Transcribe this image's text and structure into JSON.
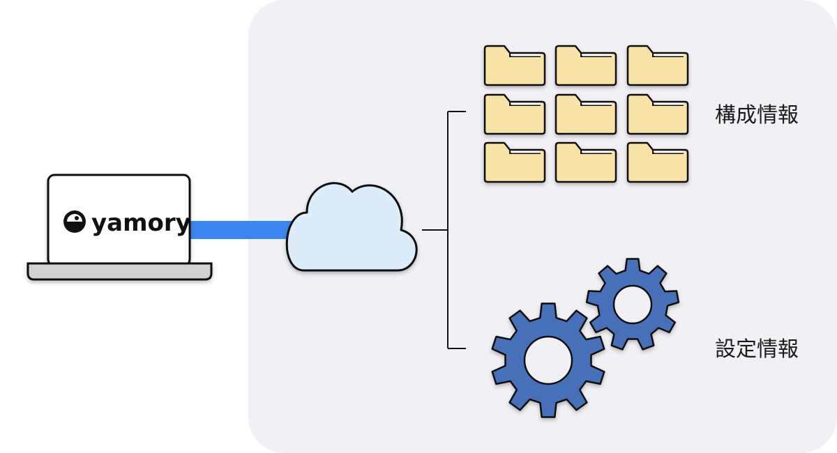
{
  "brand": {
    "name": "yamory"
  },
  "labels": {
    "config_info": "構成情報",
    "settings_info": "設定情報"
  },
  "icons": {
    "laptop": "laptop-icon",
    "cloud": "cloud-icon",
    "folder": "folder-icon",
    "gear": "gear-icon"
  },
  "colors": {
    "panel_bg": "#f1f0f4",
    "connector_blue": "#3b86f0",
    "cloud_fill": "#dcecfb",
    "folder_fill": "#f7e2a8",
    "gear_fill": "#4670b9",
    "gear_inner": "#f1f0f4",
    "outline": "#111111"
  }
}
